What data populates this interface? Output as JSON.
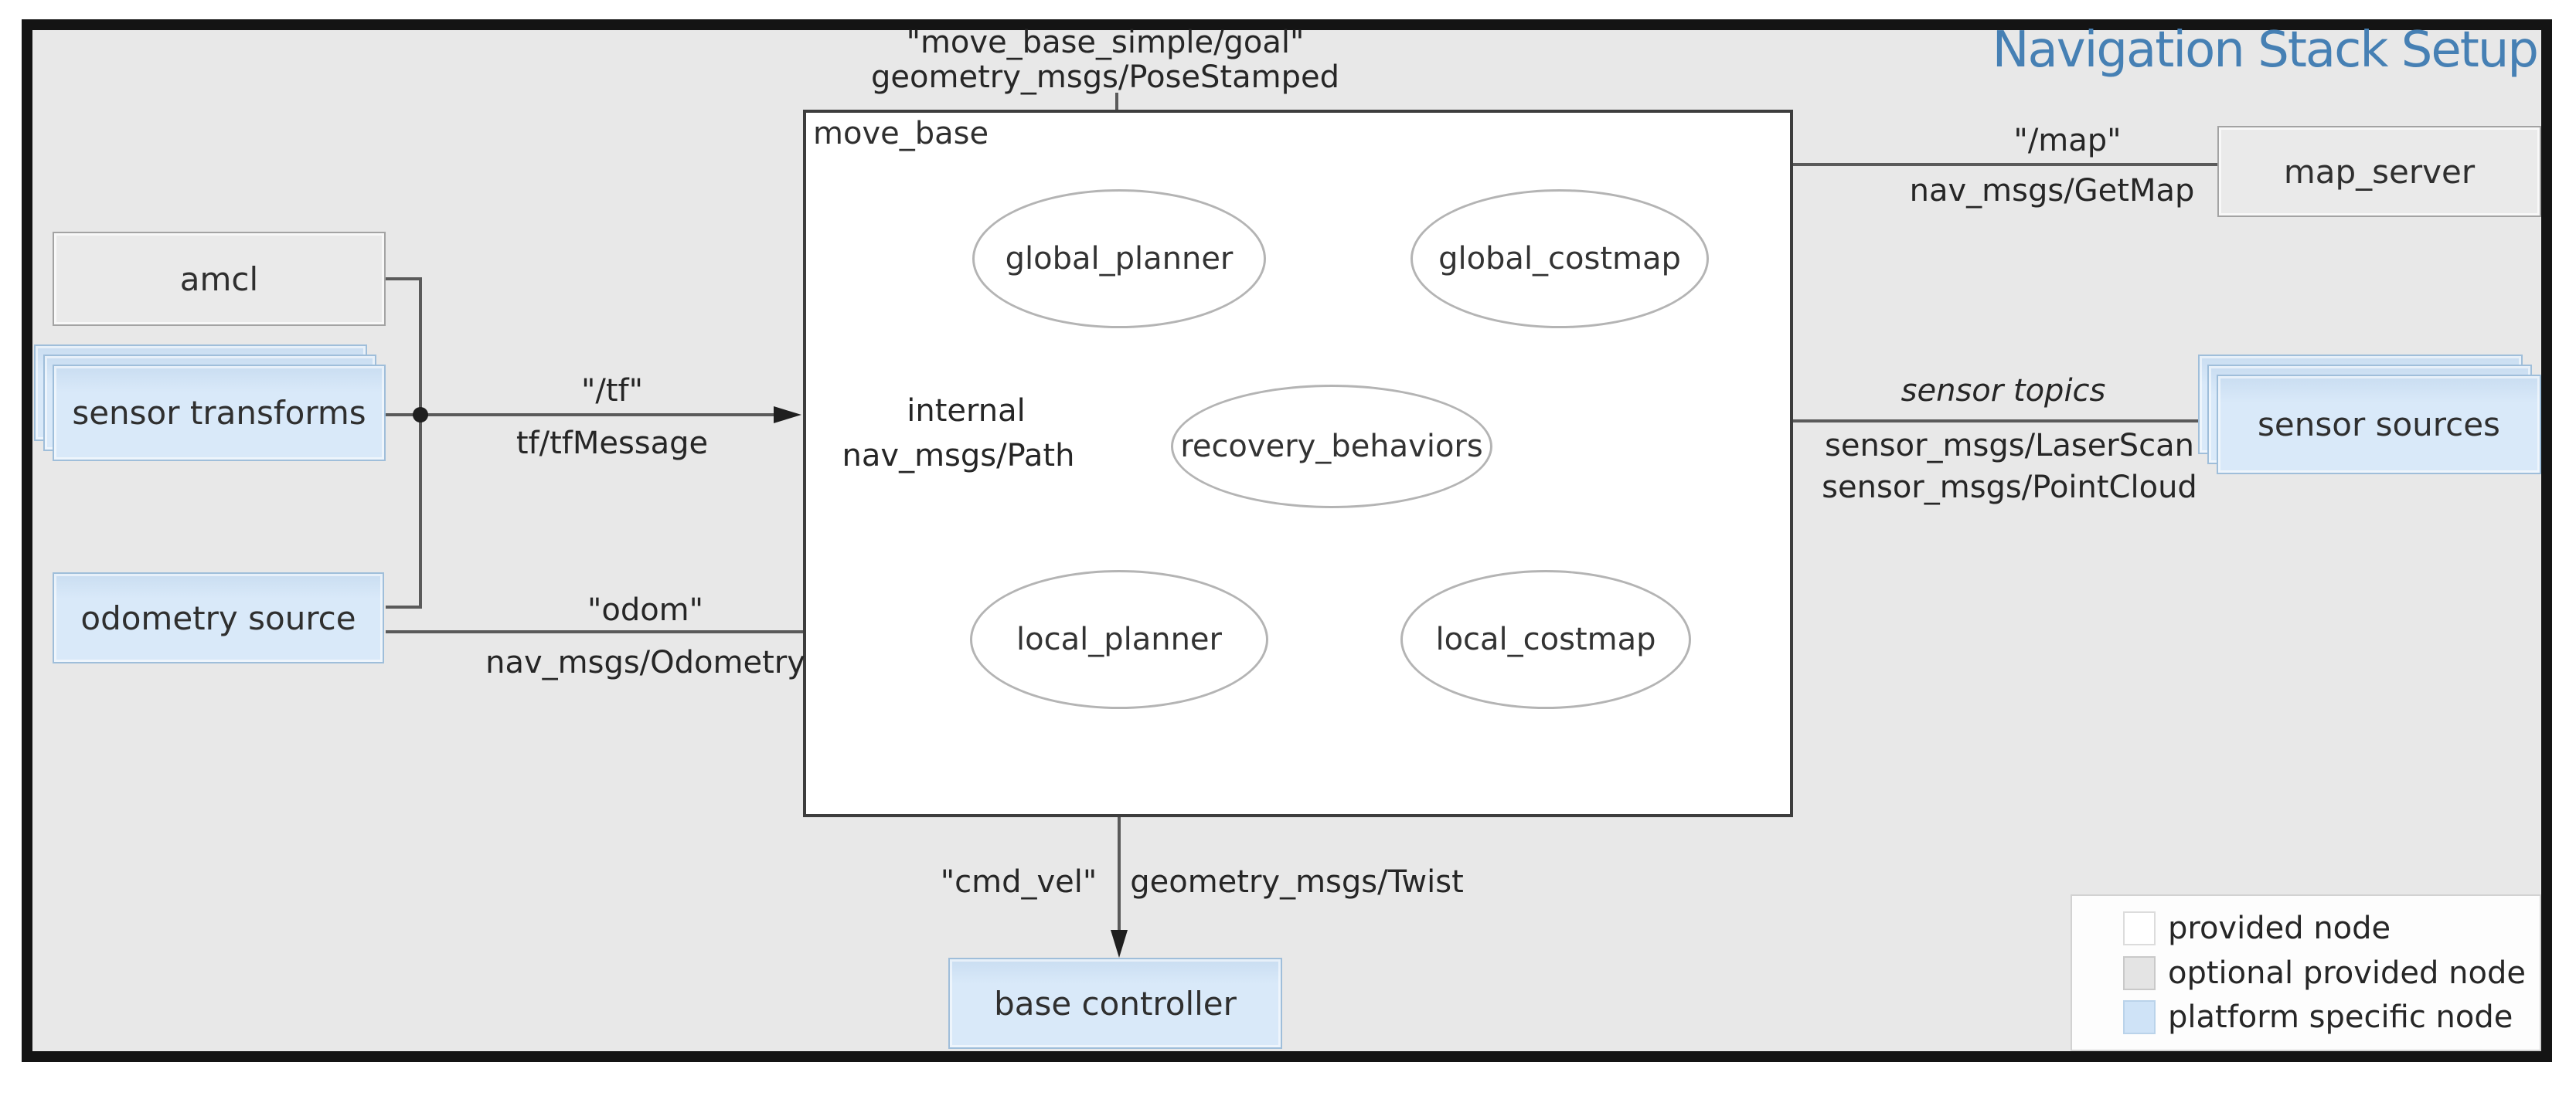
{
  "title": "Navigation Stack Setup",
  "colors": {
    "title_blue": "#4680b4",
    "platform_node_fill": "#d9e9f9",
    "provided_node_fill": "#ffffff",
    "optional_node_fill": "#eaeaea",
    "background": "#e8e8e8",
    "line": "#5a5a5a"
  },
  "nodes": {
    "move_base": "move_base",
    "amcl": "amcl",
    "sensor_transforms": "sensor transforms",
    "odometry_source": "odometry source",
    "map_server": "map_server",
    "sensor_sources": "sensor sources",
    "base_controller": "base controller",
    "global_planner": "global_planner",
    "global_costmap": "global_costmap",
    "recovery_behaviors": "recovery_behaviors",
    "local_planner": "local_planner",
    "local_costmap": "local_costmap"
  },
  "edges": {
    "goal_topic": "\"move_base_simple/goal\"",
    "goal_type": "geometry_msgs/PoseStamped",
    "map_topic": "\"/map\"",
    "map_type": "nav_msgs/GetMap",
    "tf_topic": "\"/tf\"",
    "tf_type": "tf/tfMessage",
    "odom_topic": "\"odom\"",
    "odom_type": "nav_msgs/Odometry",
    "internal_label": "internal",
    "internal_type": "nav_msgs/Path",
    "sensor_topic": "sensor topics",
    "sensor_type_laser": "sensor_msgs/LaserScan",
    "sensor_type_pointcloud": "sensor_msgs/PointCloud",
    "cmd_vel_topic": "\"cmd_vel\"",
    "cmd_vel_type": "geometry_msgs/Twist"
  },
  "legend": {
    "items": [
      {
        "label": "provided node",
        "swatch": "white"
      },
      {
        "label": "optional provided node",
        "swatch": "gray"
      },
      {
        "label": "platform specific node",
        "swatch": "blue"
      }
    ]
  }
}
